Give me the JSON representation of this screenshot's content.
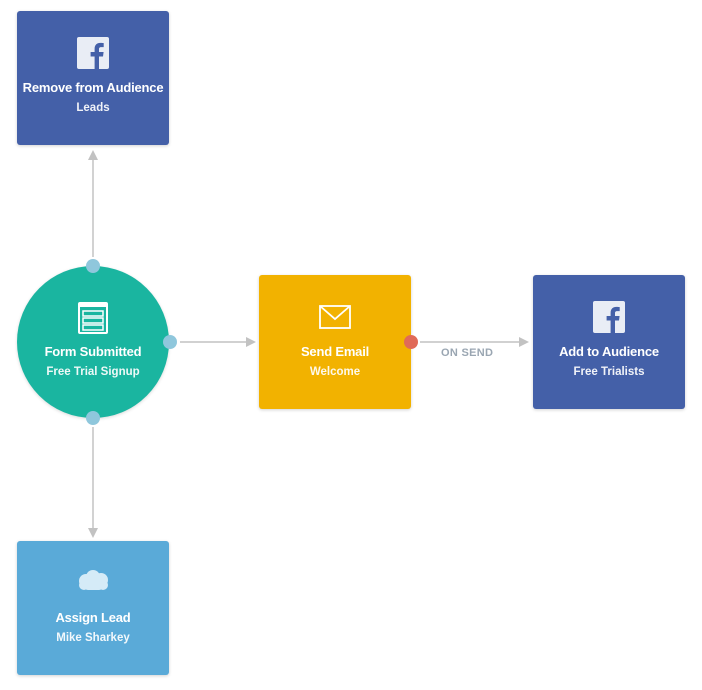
{
  "colors": {
    "facebook": "#4460a8",
    "form": "#1ab5a0",
    "email": "#f2b200",
    "salesforce": "#5aaad8",
    "port_default": "#8fc7dc",
    "port_email": "#e06a58",
    "connector": "#c2c2c2"
  },
  "nodes": {
    "remove_from_audience": {
      "icon": "facebook-icon",
      "title": "Remove from Audience",
      "subtitle": "Leads"
    },
    "form_submitted": {
      "icon": "form-icon",
      "title": "Form Submitted",
      "subtitle": "Free Trial Signup"
    },
    "send_email": {
      "icon": "envelope-icon",
      "title": "Send Email",
      "subtitle": "Welcome"
    },
    "add_to_audience": {
      "icon": "facebook-icon",
      "title": "Add to Audience",
      "subtitle": "Free Trialists"
    },
    "assign_lead": {
      "icon": "salesforce-cloud-icon",
      "title": "Assign Lead",
      "subtitle": "Mike Sharkey"
    }
  },
  "edges": {
    "email_to_audience_label": "ON SEND"
  }
}
